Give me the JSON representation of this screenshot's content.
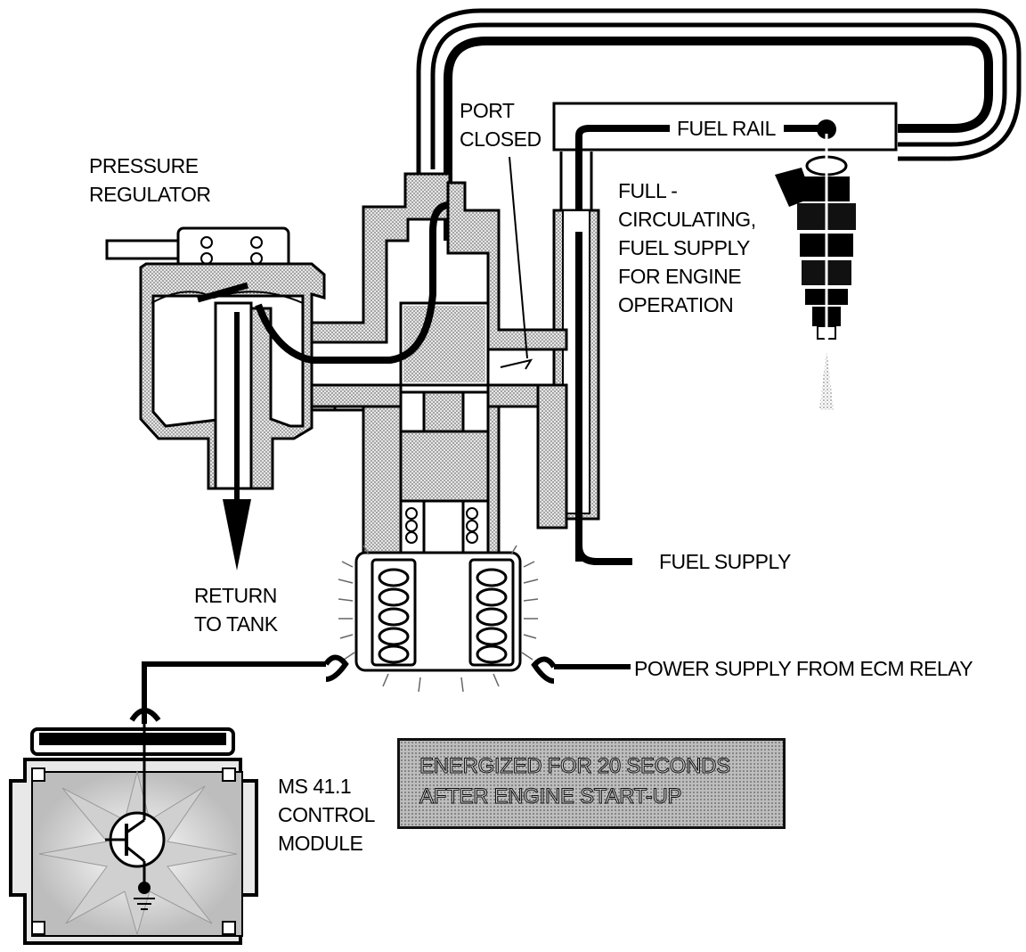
{
  "labels": {
    "port_closed": [
      "PORT",
      "CLOSED"
    ],
    "pressure_regulator": [
      "PRESSURE",
      "REGULATOR"
    ],
    "fuel_rail": "FUEL RAIL",
    "full_circulating": [
      "FULL -",
      "CIRCULATING,",
      "FUEL SUPPLY",
      "FOR ENGINE",
      "OPERATION"
    ],
    "fuel_supply": "FUEL SUPPLY",
    "return_to_tank": [
      "RETURN",
      "TO TANK"
    ],
    "power_supply": "POWER SUPPLY FROM ECM RELAY",
    "control_module": [
      "MS 41.1",
      "CONTROL",
      "MODULE"
    ]
  },
  "note": [
    "ENERGIZED FOR 20 SECONDS",
    "AFTER ENGINE START-UP"
  ],
  "colors": {
    "ink": "#000000",
    "hatch": "#c8c8c8",
    "spray": "#9a9a9a",
    "background": "#ffffff"
  }
}
